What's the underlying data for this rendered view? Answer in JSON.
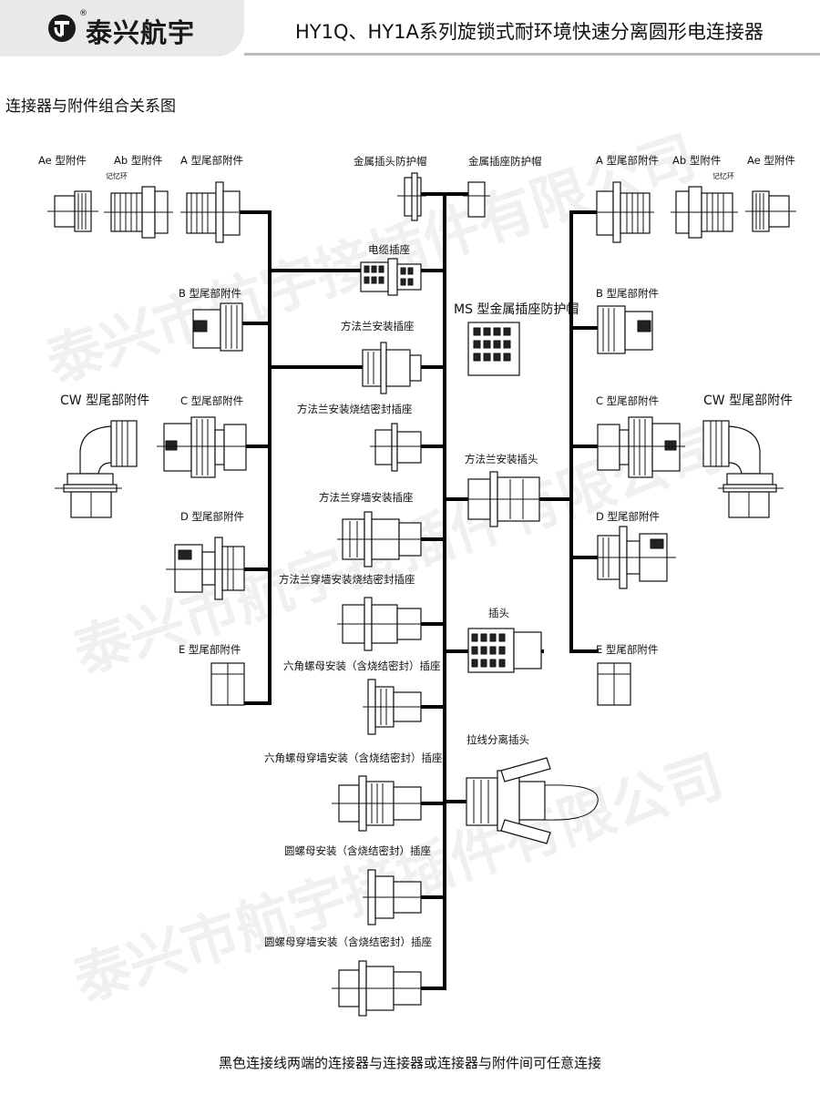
{
  "header": {
    "brand_name": "泰兴航宇",
    "registered_mark": "®",
    "title": "HY1Q、HY1A系列旋锁式耐环境快速分离圆形电连接器"
  },
  "watermark": "泰兴市航宇接插件有限公司",
  "section_title": "连接器与附件组合关系图",
  "labels": {
    "left_ae": "Ae 型附件",
    "left_ab": "Ab 型附件",
    "left_ab_note": "记忆环",
    "left_a": "A 型尾部附件",
    "left_b": "B 型尾部附件",
    "left_cw": "CW 型尾部附件",
    "left_c": "C 型尾部附件",
    "left_d": "D 型尾部附件",
    "left_e": "E 型尾部附件",
    "metal_plug_cap": "金属插头防护帽",
    "metal_socket_cap": "金属插座防护帽",
    "cable_socket": "电缆插座",
    "ms_cap": "MS 型金属插座防护帽",
    "sq_flange_socket": "方法兰安装插座",
    "sq_flange_sintered_socket": "方法兰安装烧结密封插座",
    "sq_flange_plug": "方法兰安装插头",
    "sq_flange_wall_socket": "方法兰穿墙安装插座",
    "sq_flange_wall_sintered_socket": "方法兰穿墙安装烧结密封插座",
    "plug": "插头",
    "hex_nut_socket": "六角螺母安装（含烧结密封）插座",
    "hex_nut_wall_socket": "六角螺母穿墙安装（含烧结密封）插座",
    "lanyard_plug": "拉线分离插头",
    "round_nut_socket": "圆螺母安装（含烧结密封）插座",
    "round_nut_wall_socket": "圆螺母穿墙安装（含烧结密封）插座",
    "right_a": "A 型尾部附件",
    "right_ab": "Ab 型附件",
    "right_ab_note": "记忆环",
    "right_ae": "Ae 型附件",
    "right_b": "B 型尾部附件",
    "right_c": "C 型尾部附件",
    "right_cw": "CW 型尾部附件",
    "right_d": "D 型尾部附件",
    "right_e": "E 型尾部附件"
  },
  "footer_note": "黑色连接线两端的连接器与连接器或连接器与附件间可任意连接"
}
